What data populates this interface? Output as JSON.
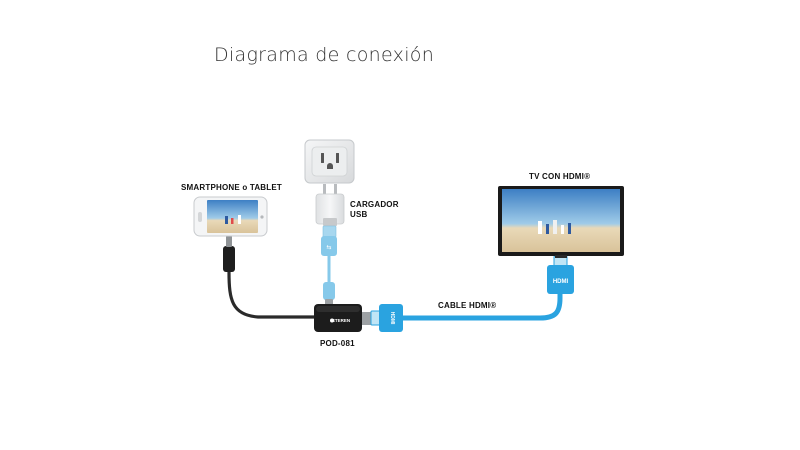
{
  "title": "Diagrama de conexión",
  "labels": {
    "smartphone": "SMARTPHONE o TABLET",
    "charger_line1": "CARGADOR",
    "charger_line2": "USB",
    "tv": "TV CON HDMI®",
    "cable": "CABLE HDMI®",
    "model": "POD-081"
  },
  "device_marks": {
    "adapter_brand": "STEREN",
    "hdmi_plug_text": "HDMI"
  },
  "colors": {
    "cable_blue": "#2aa3e0",
    "cable_black": "#2a2a2a",
    "usb_blue": "#86c9ea",
    "charger_body": "#e9eaeb"
  },
  "icons": [
    "wall-outlet-icon",
    "usb-charger-icon",
    "smartphone-icon",
    "tv-icon",
    "adapter-icon",
    "hdmi-plug-icon",
    "usb-plug-icon",
    "micro-usb-plug-icon"
  ]
}
